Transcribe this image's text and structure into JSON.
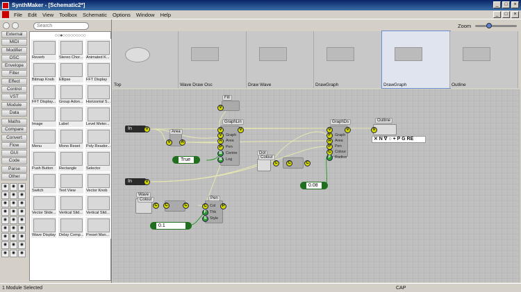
{
  "window": {
    "title": "SynthMaker - [Schematic2*]",
    "min": "_",
    "max": "□",
    "close": "×"
  },
  "menu": [
    "File",
    "Edit",
    "View",
    "Toolbox",
    "Schematic",
    "Options",
    "Window",
    "Help"
  ],
  "search": {
    "placeholder": "Search"
  },
  "categories": [
    "External",
    "MIDI",
    "Modifier",
    "OSC",
    "Envelope",
    "Filter",
    "Effect",
    "Control",
    "VST",
    "Module",
    "Data",
    "Maths",
    "Compare",
    "Convert",
    "Flow",
    "GUI",
    "Code",
    "Parse",
    "Other"
  ],
  "palette_dots": "○○●○○○○○○○○○",
  "modules": [
    "Reverb",
    "Stereo Chor...",
    "Animated K...",
    "Bitmap Knob",
    "Ellipse",
    "FFT Display",
    "FFT Display...",
    "Group Adon...",
    "Horizontal S...",
    "Image",
    "Label",
    "Level Meter...",
    "Menu",
    "Mono Reset",
    "Poly Reador...",
    "Push Button",
    "Rectangle",
    "Selector",
    "Switch",
    "Text View",
    "Vector Knob",
    "Vector Slide...",
    "Vertical Slid...",
    "Vertical Slid...",
    "Wave Display",
    "Delay Comp...",
    "Preset Man..."
  ],
  "zoom": {
    "label": "Zoom",
    "level": 0.3
  },
  "crumbs": [
    "Top",
    "Wave Draw Osc",
    "Draw Wave",
    "DrawGraph",
    "DrawGraph",
    "Outline"
  ],
  "canvas": {
    "fill_title": "Fill",
    "graphlin_title": "GraphLin",
    "graphlin_pins": [
      "Graph",
      "Area",
      "Pen",
      "Centre",
      "Log"
    ],
    "area_title": "Area",
    "in1": "In",
    "in2": "In",
    "true_val": "True",
    "dot_title": "Dot",
    "dot_sub": "Colour",
    "graphds_title": "GraphDs",
    "graphds_pins": [
      "Graph",
      "Area",
      "Pen",
      "Colour",
      "Radius"
    ],
    "outline_title": "Outline",
    "outline_tools": "✕ N ∇ ○ + P G RE",
    "radius_val": "0.08",
    "wave_title": "Wave",
    "wave_sub": "Colour",
    "pen_title": "Pen",
    "pen_pins": [
      "Col",
      "Thk",
      "Style"
    ],
    "thick_val": "0.1"
  },
  "status": {
    "left": "1 Module Selected",
    "right": "CAP"
  }
}
